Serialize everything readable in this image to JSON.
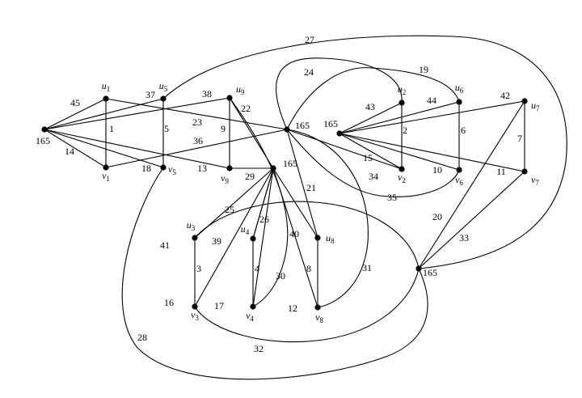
{
  "graph": {
    "vertices": [
      {
        "id": "h1",
        "label": "165"
      },
      {
        "id": "h2",
        "label": "165"
      },
      {
        "id": "h3",
        "label": "165"
      },
      {
        "id": "h4",
        "label": "165"
      },
      {
        "id": "h5",
        "label": "165"
      },
      {
        "id": "u1",
        "base": "u",
        "sub": "1"
      },
      {
        "id": "v1",
        "base": "v",
        "sub": "1"
      },
      {
        "id": "u5",
        "base": "u",
        "sub": "5"
      },
      {
        "id": "v5",
        "base": "v",
        "sub": "5"
      },
      {
        "id": "u9",
        "base": "u",
        "sub": "9"
      },
      {
        "id": "v9",
        "base": "v",
        "sub": "9"
      },
      {
        "id": "u2",
        "base": "u",
        "sub": "2"
      },
      {
        "id": "v2",
        "base": "v",
        "sub": "2"
      },
      {
        "id": "u6",
        "base": "u",
        "sub": "6"
      },
      {
        "id": "v6",
        "base": "v",
        "sub": "6"
      },
      {
        "id": "u7",
        "base": "u",
        "sub": "7"
      },
      {
        "id": "v7",
        "base": "v",
        "sub": "7"
      },
      {
        "id": "u3",
        "base": "u",
        "sub": "3"
      },
      {
        "id": "v3",
        "base": "v",
        "sub": "3"
      },
      {
        "id": "u4",
        "base": "u",
        "sub": "4"
      },
      {
        "id": "v4",
        "base": "v",
        "sub": "4"
      },
      {
        "id": "u8",
        "base": "u",
        "sub": "8"
      },
      {
        "id": "v8",
        "base": "v",
        "sub": "8"
      }
    ],
    "edges": [
      {
        "from": "h1",
        "to": "u1",
        "label": "45"
      },
      {
        "from": "h1",
        "to": "v1",
        "label": "14"
      },
      {
        "from": "u1",
        "to": "v1",
        "label": "1"
      },
      {
        "from": "h1",
        "to": "u5",
        "label": "37"
      },
      {
        "from": "h1",
        "to": "v5",
        "label": "18"
      },
      {
        "from": "u5",
        "to": "v5",
        "label": "5"
      },
      {
        "from": "h1",
        "to": "u9",
        "label": "38"
      },
      {
        "from": "h1",
        "to": "v9",
        "label": "13"
      },
      {
        "from": "u9",
        "to": "v9",
        "label": "9"
      },
      {
        "from": "u1",
        "to": "h2",
        "label": "23"
      },
      {
        "from": "v1",
        "to": "h2",
        "label": "36"
      },
      {
        "from": "u9",
        "to": "h3",
        "label": "22"
      },
      {
        "from": "v9",
        "to": "h3",
        "label": "29"
      },
      {
        "from": "h3",
        "to": "u4",
        "label": "26"
      },
      {
        "from": "h2",
        "to": "u8",
        "label": "21"
      },
      {
        "from": "h2",
        "to": "v2",
        "label": "34"
      },
      {
        "from": "h4",
        "to": "u2",
        "label": "43"
      },
      {
        "from": "h4",
        "to": "v2",
        "label": "15"
      },
      {
        "from": "u2",
        "to": "v2",
        "label": "2"
      },
      {
        "from": "h4",
        "to": "u6",
        "label": "44"
      },
      {
        "from": "h4",
        "to": "v6",
        "label": "10"
      },
      {
        "from": "u6",
        "to": "v6",
        "label": "6"
      },
      {
        "from": "h4",
        "to": "u7",
        "label": "42"
      },
      {
        "from": "h4",
        "to": "v7",
        "label": "11"
      },
      {
        "from": "u7",
        "to": "v7",
        "label": "7"
      },
      {
        "from": "u7",
        "to": "h5",
        "label": "20"
      },
      {
        "from": "v7",
        "to": "h5",
        "label": "33"
      },
      {
        "from": "h3",
        "to": "u3",
        "label": "41"
      },
      {
        "from": "h3",
        "to": "v3",
        "label": "16"
      },
      {
        "from": "u3",
        "to": "v3",
        "label": "3"
      },
      {
        "from": "h3",
        "to": "u4",
        "label": "39"
      },
      {
        "from": "h3",
        "to": "v4",
        "label": "17"
      },
      {
        "from": "u4",
        "to": "v4",
        "label": "4"
      },
      {
        "from": "h3",
        "to": "u8",
        "label": "40"
      },
      {
        "from": "h3",
        "to": "v8",
        "label": "12"
      },
      {
        "from": "u8",
        "to": "v8",
        "label": "8"
      },
      {
        "from": "u5",
        "to": "h5",
        "label": "27"
      },
      {
        "from": "v5",
        "to": "h5",
        "label": "28"
      },
      {
        "from": "h2",
        "to": "u2",
        "label": "24"
      },
      {
        "from": "h2",
        "to": "u6",
        "label": "19"
      },
      {
        "from": "h2",
        "to": "v6",
        "label": "35"
      },
      {
        "from": "u3",
        "to": "h5",
        "label": "25"
      },
      {
        "from": "v3",
        "to": "h5",
        "label": "32"
      },
      {
        "from": "u9",
        "to": "v4",
        "label": "30"
      },
      {
        "from": "u1",
        "to": "v8",
        "label": "31"
      }
    ]
  }
}
